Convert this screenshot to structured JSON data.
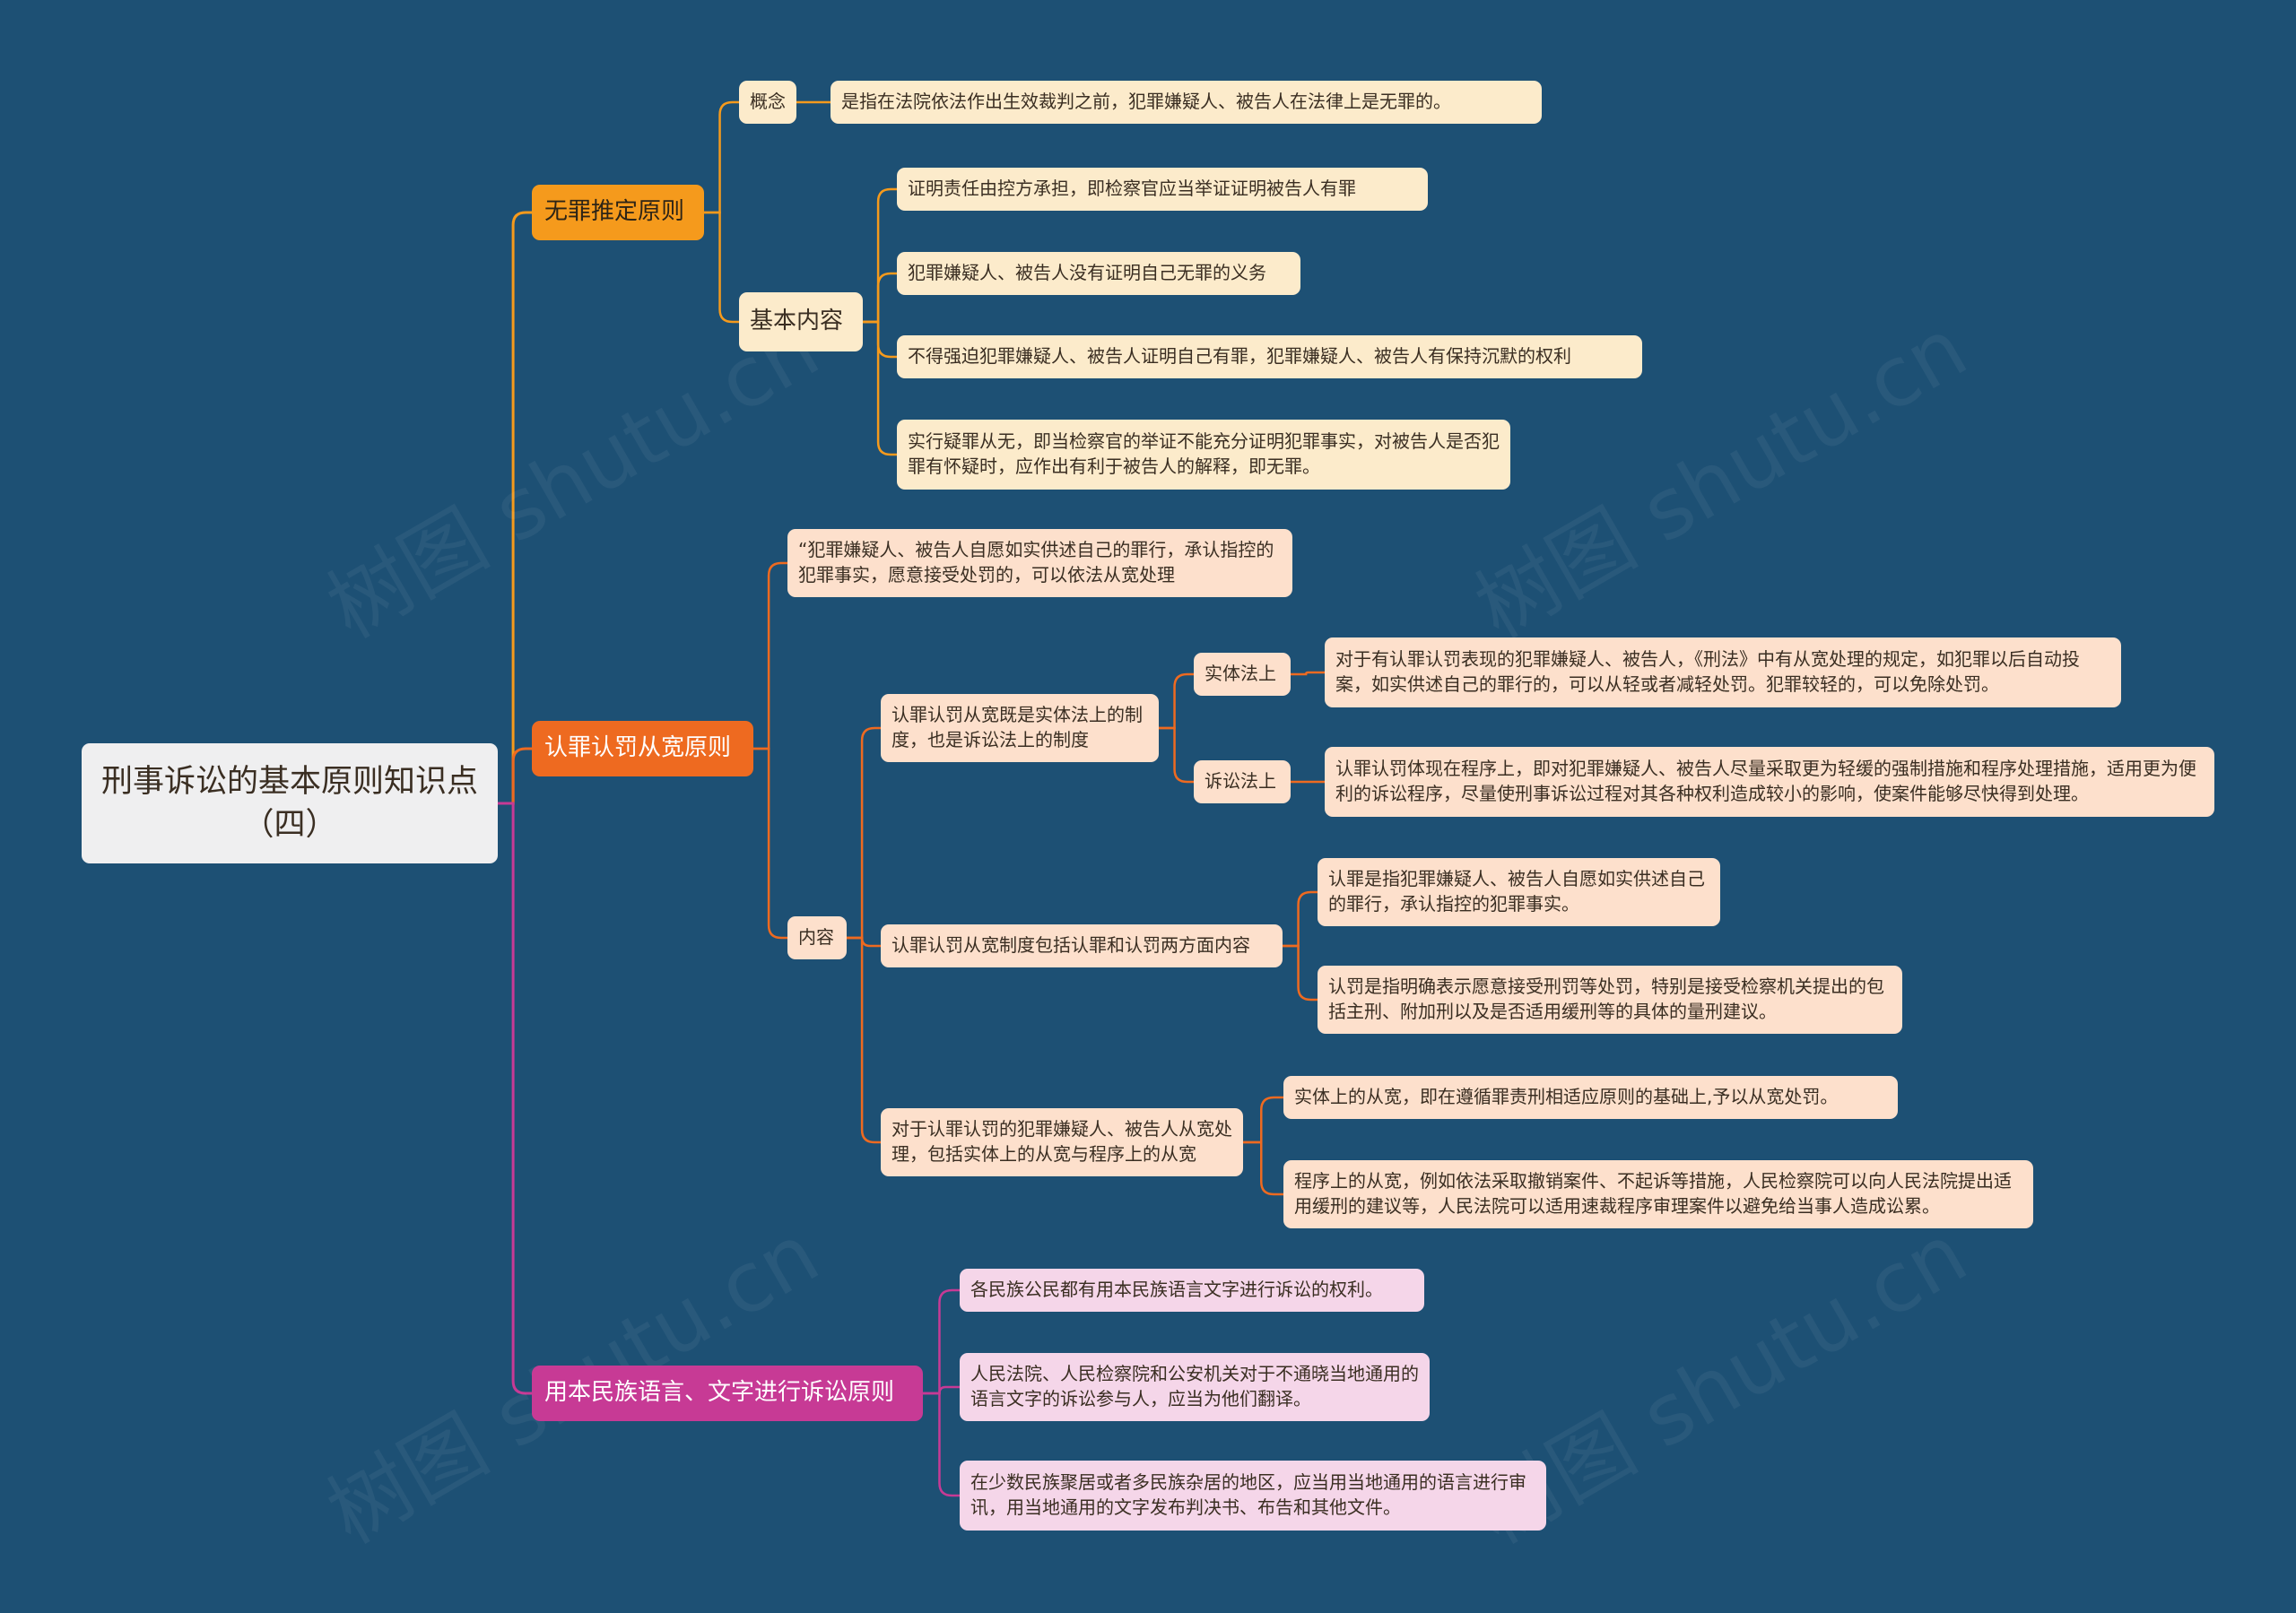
{
  "colors": {
    "background": "#1d5074",
    "branch1": "#f59a1c",
    "branch2": "#ee6a20",
    "branch3": "#c73a95",
    "leaf_yellow": "#fcebcb",
    "leaf_orange": "#fde0cc",
    "leaf_pink": "#f5d6e9"
  },
  "watermark": "树图 shutu.cn",
  "root": "刑事诉讼的基本原则知识点（四）",
  "b1": {
    "label": "无罪推定原则",
    "concept_label": "概念",
    "concept_text": "是指在法院依法作出生效裁判之前，犯罪嫌疑人、被告人在法律上是无罪的。",
    "basic_label": "基本内容",
    "basic_items": [
      "证明责任由控方承担，即检察官应当举证证明被告人有罪",
      "犯罪嫌疑人、被告人没有证明自己无罪的义务",
      "不得强迫犯罪嫌疑人、被告人证明自己有罪，犯罪嫌疑人、被告人有保持沉默的权利",
      "实行疑罪从无，即当检察官的举证不能充分证明犯罪事实，对被告人是否犯罪有怀疑时，应作出有利于被告人的解释，即无罪。"
    ]
  },
  "b2": {
    "label": "认罪认罚从宽原则",
    "quote": "“犯罪嫌疑人、被告人自愿如实供述自己的罪行，承认指控的犯罪事实，愿意接受处罚的，可以依法从宽处理",
    "content_label": "内容",
    "c1": "认罪认罚从宽既是实体法上的制度，也是诉讼法上的制度",
    "c1_sub1_label": "实体法上",
    "c1_sub1_text": "对于有认罪认罚表现的犯罪嫌疑人、被告人，《刑法》中有从宽处理的规定，如犯罪以后自动投案，如实供述自己的罪行的，可以从轻或者减轻处罚。犯罪较轻的，可以免除处罚。",
    "c1_sub2_label": "诉讼法上",
    "c1_sub2_text": "认罪认罚体现在程序上，即对犯罪嫌疑人、被告人尽量采取更为轻缓的强制措施和程序处理措施，适用更为便利的诉讼程序，尽量使刑事诉讼过程对其各种权利造成较小的影响，使案件能够尽快得到处理。",
    "c2": "认罪认罚从宽制度包括认罪和认罚两方面内容",
    "c2_sub1": "认罪是指犯罪嫌疑人、被告人自愿如实供述自己的罪行，承认指控的犯罪事实。",
    "c2_sub2": "认罚是指明确表示愿意接受刑罚等处罚，特别是接受检察机关提出的包括主刑、附加刑以及是否适用缓刑等的具体的量刑建议。",
    "c3": "对于认罪认罚的犯罪嫌疑人、被告人从宽处理，包括实体上的从宽与程序上的从宽",
    "c3_sub1": "实体上的从宽，即在遵循罪责刑相适应原则的基础上,予以从宽处罚。",
    "c3_sub2": "程序上的从宽，例如依法采取撤销案件、不起诉等措施，人民检察院可以向人民法院提出适用缓刑的建议等，人民法院可以适用速裁程序审理案件以避免给当事人造成讼累。"
  },
  "b3": {
    "label": "用本民族语言、文字进行诉讼原则",
    "items": [
      "各民族公民都有用本民族语言文字进行诉讼的权利。",
      "人民法院、人民检察院和公安机关对于不通晓当地通用的语言文字的诉讼参与人，应当为他们翻译。",
      "在少数民族聚居或者多民族杂居的地区，应当用当地通用的语言进行审讯，用当地通用的文字发布判决书、布告和其他文件。"
    ]
  }
}
